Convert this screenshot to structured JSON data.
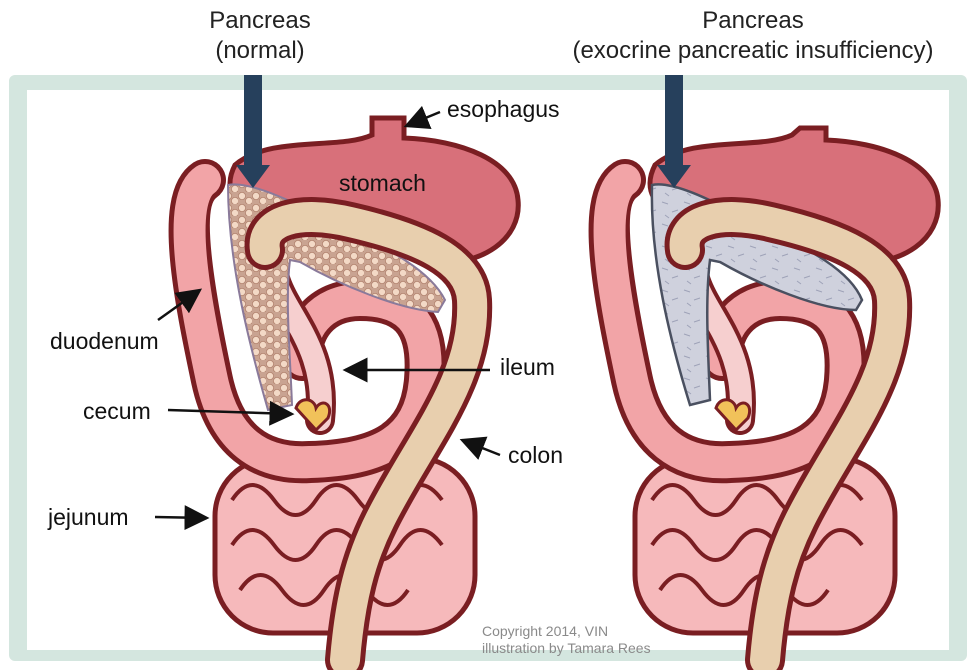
{
  "titles": {
    "left_line1": "Pancreas",
    "left_line2": "(normal)",
    "right_line1": "Pancreas",
    "right_line2": "(exocrine pancreatic insufficiency)"
  },
  "labels": {
    "esophagus": "esophagus",
    "stomach": "stomach",
    "duodenum": "duodenum",
    "ileum": "ileum",
    "cecum": "cecum",
    "colon": "colon",
    "jejunum": "jejunum"
  },
  "credit": {
    "line1": "Copyright 2014, VIN",
    "line2": "illustration by Tamara Rees"
  },
  "colors": {
    "frame": "#d4e6df",
    "outline": "#7a1e22",
    "tissue": "#f2a4a7",
    "stomach": "#d8707a",
    "colon": "#e8cfae",
    "pancreas_normal": "#c89a8a",
    "pancreas_insufficient": "#c9cbd8",
    "arrow": "#26405c",
    "cecum": "#f1c25a"
  }
}
